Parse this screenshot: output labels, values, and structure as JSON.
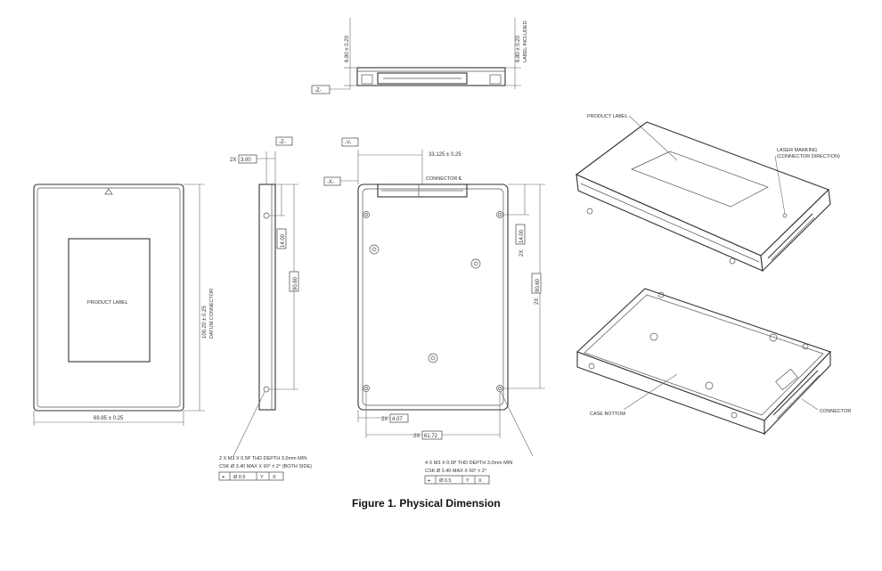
{
  "caption": "Figure 1. Physical Dimension",
  "labels": {
    "product_label_front": "PRODUCT LABEL",
    "product_label_iso": "PRODUCT LABEL",
    "laser_marking_1": "LASER MARKING",
    "laser_marking_2": "(CONNECTOR DIRECTION)",
    "connector_center": "CONNECTOR ℄",
    "case_bottom": "CASE BOTTOM",
    "connector_iso": "CONNECTOR"
  },
  "dims": {
    "top_height": "6.80 ± 0.20",
    "top_height_label": "6.80 ± 0.20",
    "top_height_note": "LABEL INCLUDED",
    "datum_z_top": "-Z-",
    "datum_z_side": "-Z-",
    "datum_y": "-Y-",
    "datum_x": "-X-",
    "side_2x": "2X",
    "side_3_00": "3.00",
    "side_14_00": "14.00",
    "side_90_60": "90.60",
    "length": "100.20 ± 0.25",
    "length_note": "DATUM CONNECTOR",
    "width": "69.85 ± 0.25",
    "conn_offset": "33.125 ± 0.25",
    "bottom_14_00": "14.00",
    "bottom_90_60": "90.60",
    "bottom_2x_a": "2X",
    "bottom_2x_b": "2X",
    "bottom_4_07": "4.07",
    "bottom_2x_c": "2X",
    "bottom_61_72": "61.72"
  },
  "notes": {
    "side_1": "2 X M3 X 0.5P THD DEPTH 3.0mm MIN",
    "side_2": "CSK Ø 3.40 MAX X 90° ± 2° (BOTH SIDE)",
    "bottom_1": "4 X M3 X 0.5P THD DEPTH 3.0mm MIN",
    "bottom_2": "CSK Ø 3.40 MAX X 90° ± 2°"
  },
  "fcf": {
    "side": [
      "⌖",
      "Ø 0.5",
      "Y",
      "X"
    ],
    "bottom": [
      "⌖",
      "Ø 0.5",
      "Y",
      "X"
    ]
  }
}
